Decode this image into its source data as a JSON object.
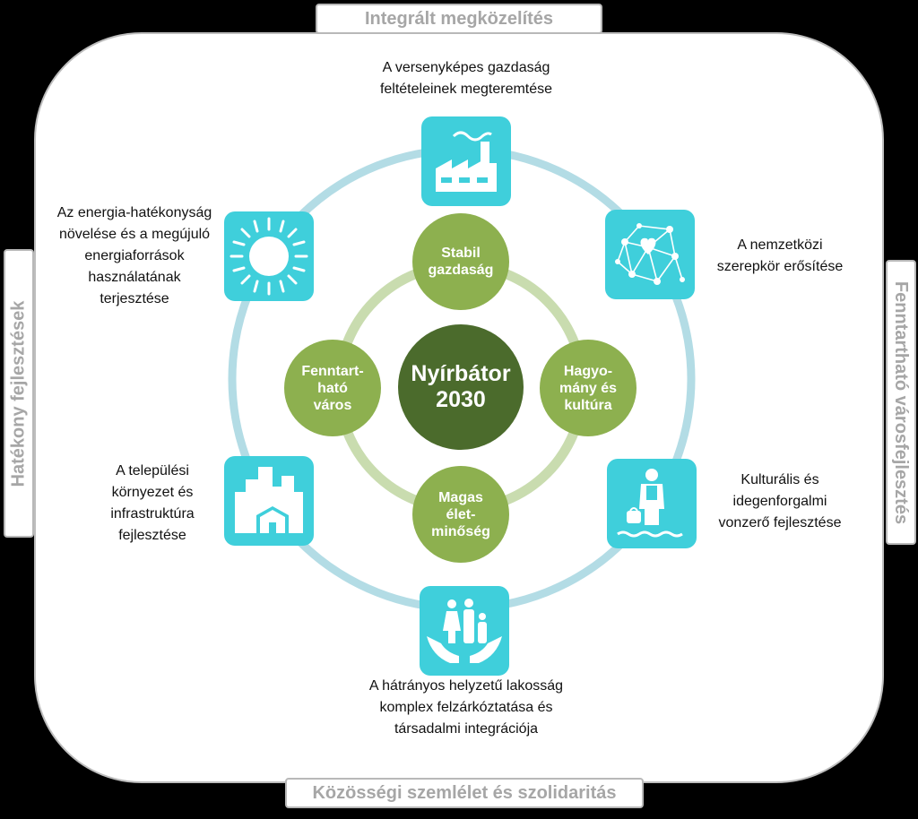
{
  "frame": {
    "top": "Integrált megközelítés",
    "bottom": "Közösségi szemlélet és szolidaritás",
    "left": "Hatékony fejlesztések",
    "right": "Fenntartható városfejlesztés"
  },
  "center": "Nyírbátor\n2030",
  "pillars": {
    "top": "Stabil\ngazdaság",
    "right": "Hagyo-\nmány és\nkultúra",
    "bottom": "Magas\nélet-\nminőség",
    "left": "Fenntart-\nható\nváros"
  },
  "goals": {
    "top": "A versenyképes  gazdaság\nfeltételeinek  megteremtése",
    "top_right": "A nemzetközi\nszerepkör erősítése",
    "bottom_right": "Kulturális  és\nidegenforgalmi\nvonzerő  fejlesztése",
    "bottom": "A hátrányos  helyzetű  lakosság\nkomplex  felzárkóztatása  és\ntársadalmi  integrációja",
    "bottom_left": "A települési\nkörnyezet  és\ninfrastruktúra\nfejlesztése",
    "top_left": "Az energia-hatékonyság\nnövelése  és a megújuló\nenergiaforrások\nhasználatának\nterjesztése"
  },
  "icons": [
    "factory-icon",
    "network-heart-icon",
    "tourist-icon",
    "family-hands-icon",
    "buildings-icon",
    "sun-icon"
  ],
  "colors": {
    "icon_bg": "#3fcfdb",
    "outer_ring": "#b3dce5",
    "inner_ring": "#c9dcaf",
    "pillar": "#8db04f",
    "center": "#4b6b2c",
    "frame_text": "#a6a6a6"
  }
}
